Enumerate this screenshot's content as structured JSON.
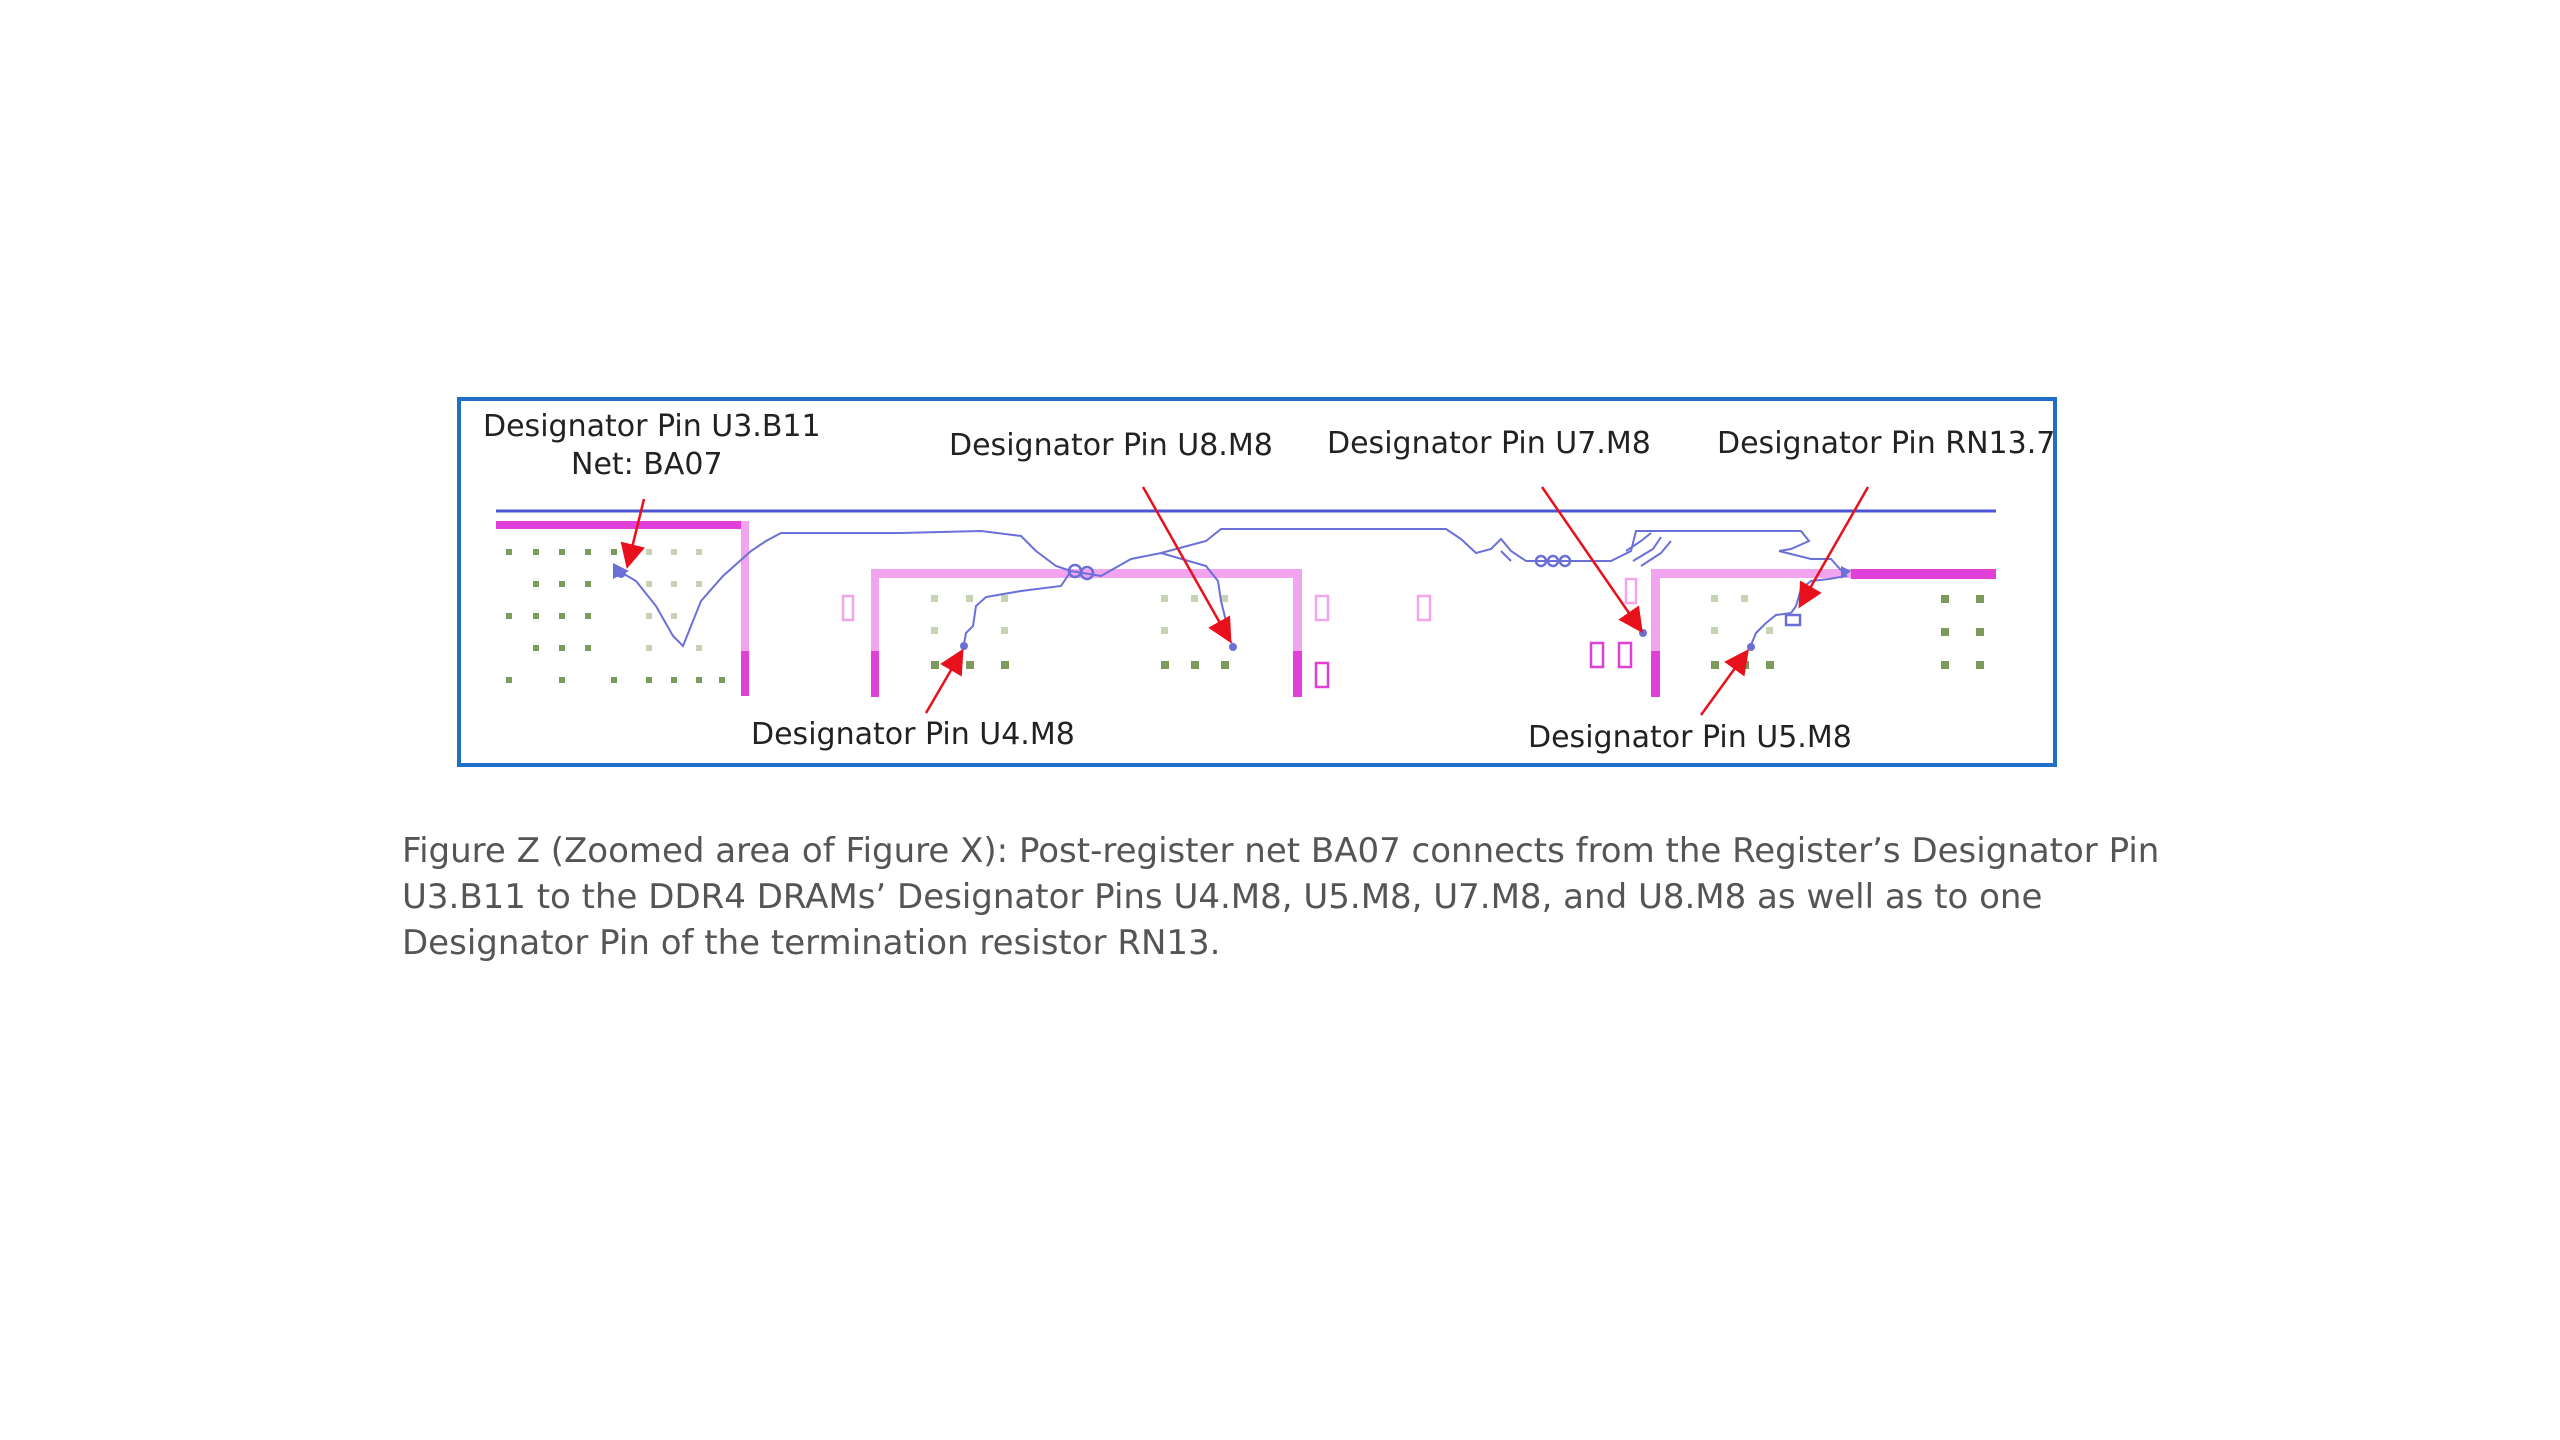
{
  "figure": {
    "labels": {
      "u3_pin": "Designator Pin U3.B11",
      "u3_net": "Net: BA07",
      "u8": "Designator Pin U8.M8",
      "u7": "Designator Pin U7.M8",
      "rn13": "Designator Pin RN13.7",
      "u4": "Designator Pin U4.M8",
      "u5": "Designator Pin U5.M8"
    },
    "colors": {
      "frame": "#1f6fc9",
      "trace": "#6a70d8",
      "outline_dark": "#e040d8",
      "outline_light": "#f2a4ee",
      "pad": "#7b9a5c",
      "arrow": "#e8101a"
    }
  },
  "caption": {
    "line1": "Figure Z (Zoomed area of Figure X): Post-register net BA07 connects from the Register’s Designator Pin",
    "line2": "U3.B11 to the DDR4 DRAMs’ Designator Pins U4.M8, U5.M8, U7.M8, and U8.M8 as well as to one",
    "line3": "Designator Pin of the termination resistor RN13."
  }
}
